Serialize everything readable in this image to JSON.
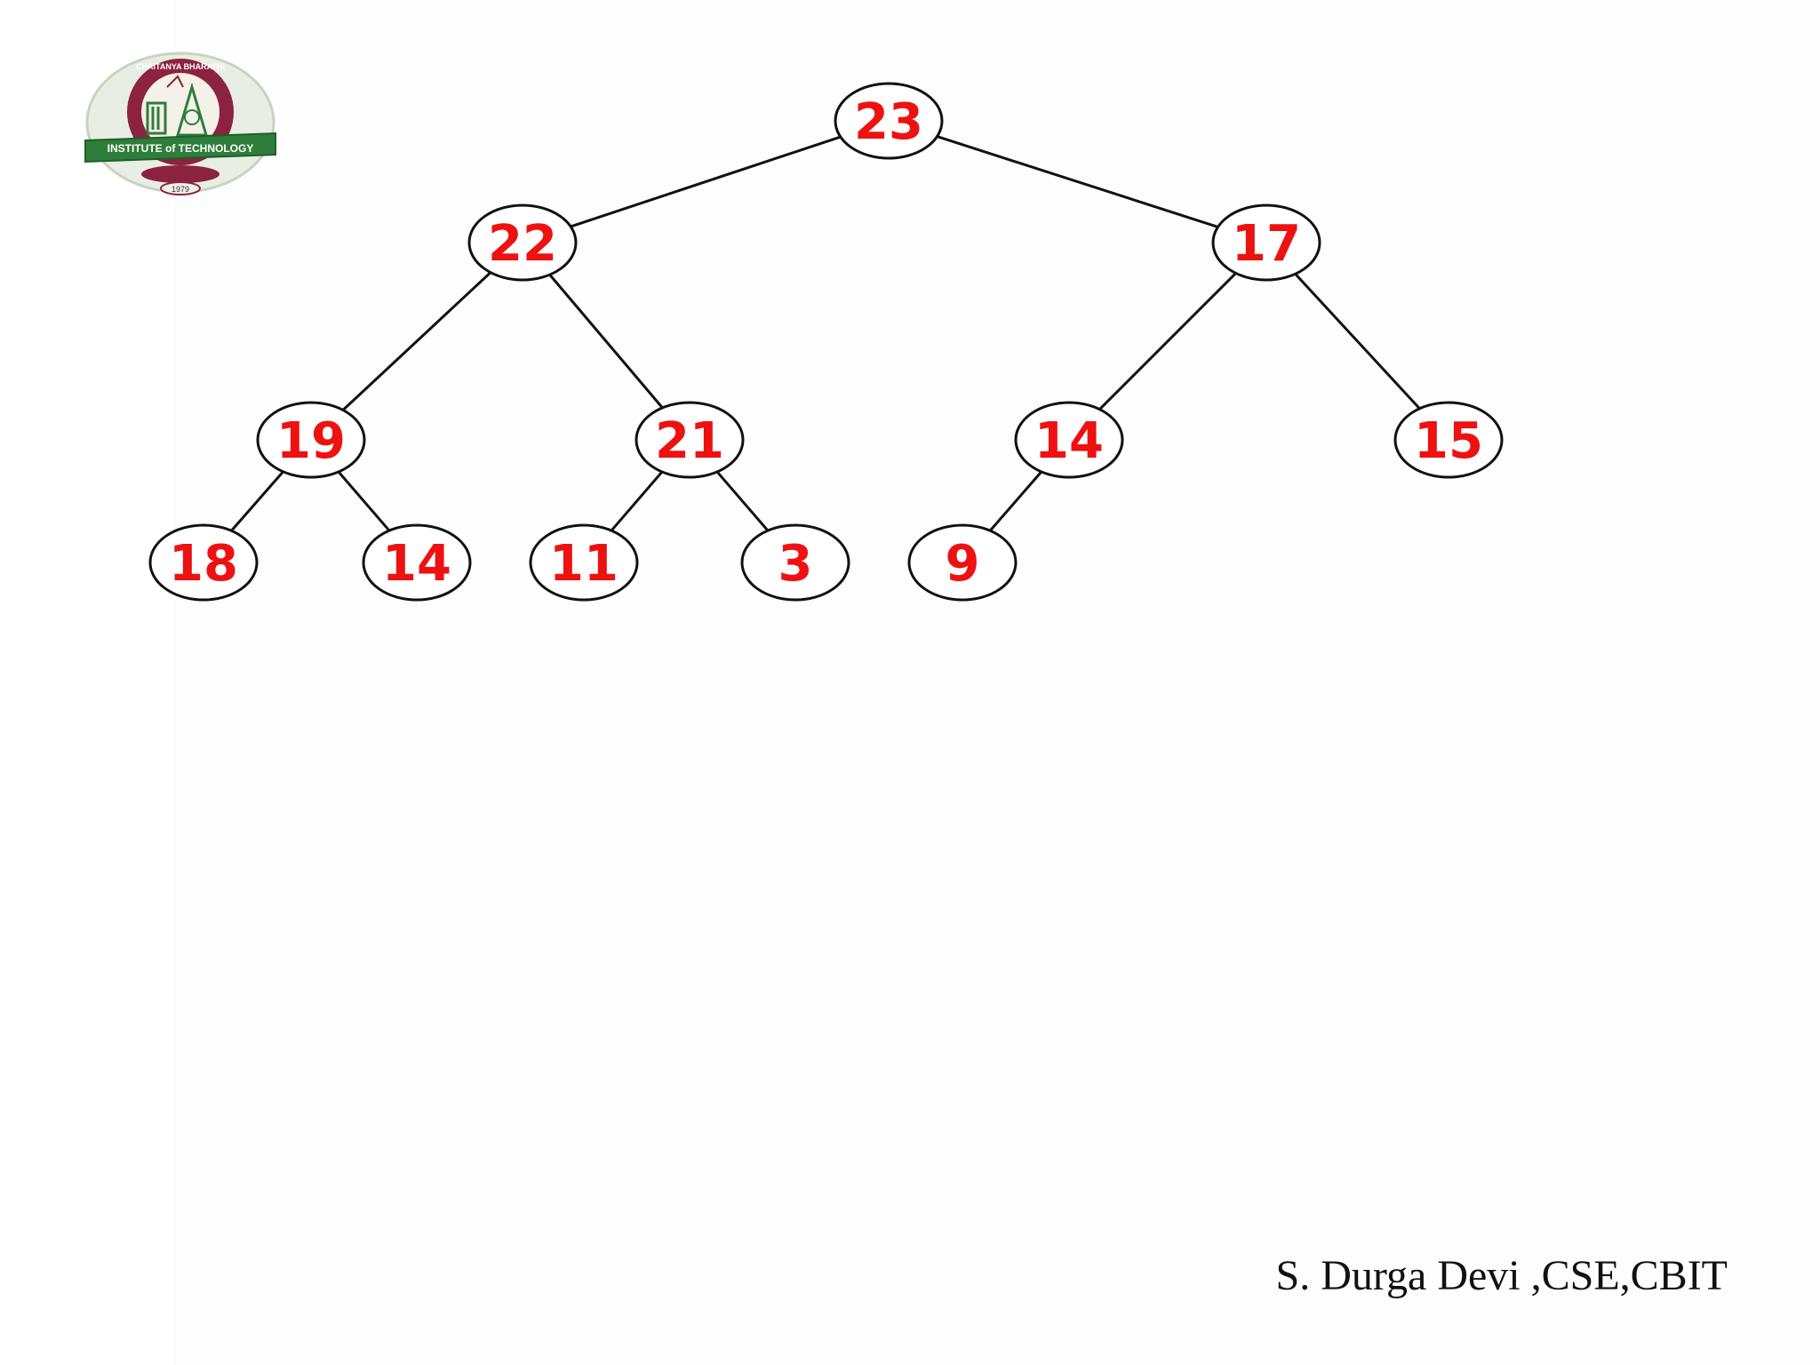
{
  "logo": {
    "arc_text": "CHAITANYA BHARATHI",
    "banner_text": "INSTITUTE of TECHNOLOGY",
    "year": "1979",
    "ring_color": "#8b2340",
    "banner_color": "#2f7d3a"
  },
  "tree": {
    "node_text_color": "#ee1111",
    "edge_color": "#111111",
    "nodes": [
      {
        "id": "n0",
        "value": "23"
      },
      {
        "id": "n1",
        "value": "22"
      },
      {
        "id": "n2",
        "value": "17"
      },
      {
        "id": "n3",
        "value": "19"
      },
      {
        "id": "n4",
        "value": "21"
      },
      {
        "id": "n5",
        "value": "14"
      },
      {
        "id": "n6",
        "value": "15"
      },
      {
        "id": "n7",
        "value": "18"
      },
      {
        "id": "n8",
        "value": "14"
      },
      {
        "id": "n9",
        "value": "11"
      },
      {
        "id": "n10",
        "value": "3"
      },
      {
        "id": "n11",
        "value": "9"
      }
    ],
    "edges": [
      [
        "n0",
        "n1"
      ],
      [
        "n0",
        "n2"
      ],
      [
        "n1",
        "n3"
      ],
      [
        "n1",
        "n4"
      ],
      [
        "n2",
        "n5"
      ],
      [
        "n2",
        "n6"
      ],
      [
        "n3",
        "n7"
      ],
      [
        "n3",
        "n8"
      ],
      [
        "n4",
        "n9"
      ],
      [
        "n4",
        "n10"
      ],
      [
        "n5",
        "n11"
      ]
    ]
  },
  "footer": {
    "text": "S. Durga Devi ,CSE,CBIT"
  }
}
